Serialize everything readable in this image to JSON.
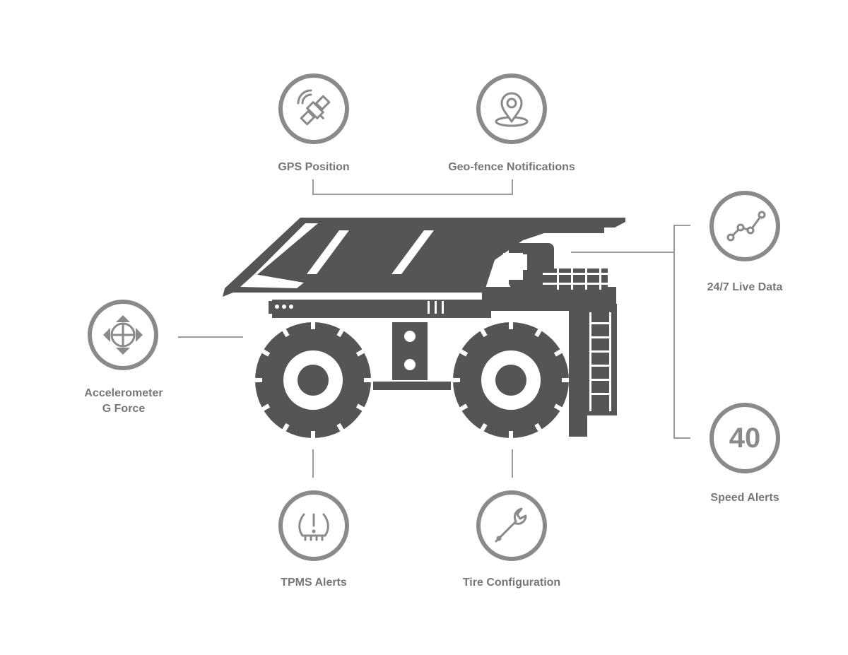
{
  "features": {
    "gps": {
      "label": "GPS Position",
      "icon": "satellite-icon"
    },
    "geofence": {
      "label": "Geo-fence Notifications",
      "icon": "map-pin-icon"
    },
    "live_data": {
      "label": "24/7 Live Data",
      "icon": "line-graph-icon"
    },
    "speed": {
      "label": "Speed Alerts",
      "value": "40",
      "icon": "speed-limit-icon"
    },
    "accelerometer": {
      "label_line1": "Accelerometer",
      "label_line2": "G Force",
      "icon": "move-arrows-icon"
    },
    "tpms": {
      "label": "TPMS Alerts",
      "icon": "tire-pressure-warning-icon"
    },
    "tire_config": {
      "label": "Tire Configuration",
      "icon": "wrench-icon"
    }
  },
  "colors": {
    "ring": "#8a8a8a",
    "truck": "#555555",
    "label": "#777777",
    "connector": "#9a9a9a"
  },
  "illustration": {
    "icon": "mining-haul-truck-icon"
  }
}
